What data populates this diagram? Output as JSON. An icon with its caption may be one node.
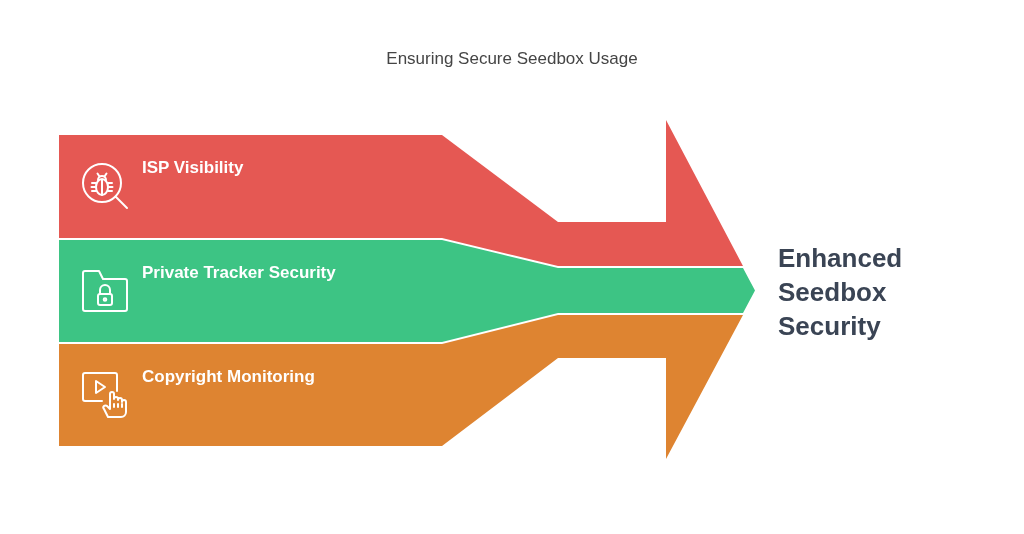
{
  "diagram": {
    "title": "Ensuring Secure Seedbox Usage",
    "nodes": [
      {
        "text": [
          "ISP Visibility"
        ]
      },
      {
        "text": [
          "Private Tracker Security"
        ]
      },
      {
        "text": [
          "Copyright Monitoring"
        ]
      },
      {
        "text": [
          "Enhanced Seedbox Security"
        ]
      }
    ],
    "edges": [
      {
        "from": 0,
        "to": 3,
        "arrow": "to",
        "color": "#e55853"
      },
      {
        "from": 1,
        "to": 3,
        "arrow": "to",
        "color": "#3dc484"
      },
      {
        "from": 2,
        "to": 3,
        "arrow": "to",
        "color": "#de8431"
      }
    ]
  }
}
